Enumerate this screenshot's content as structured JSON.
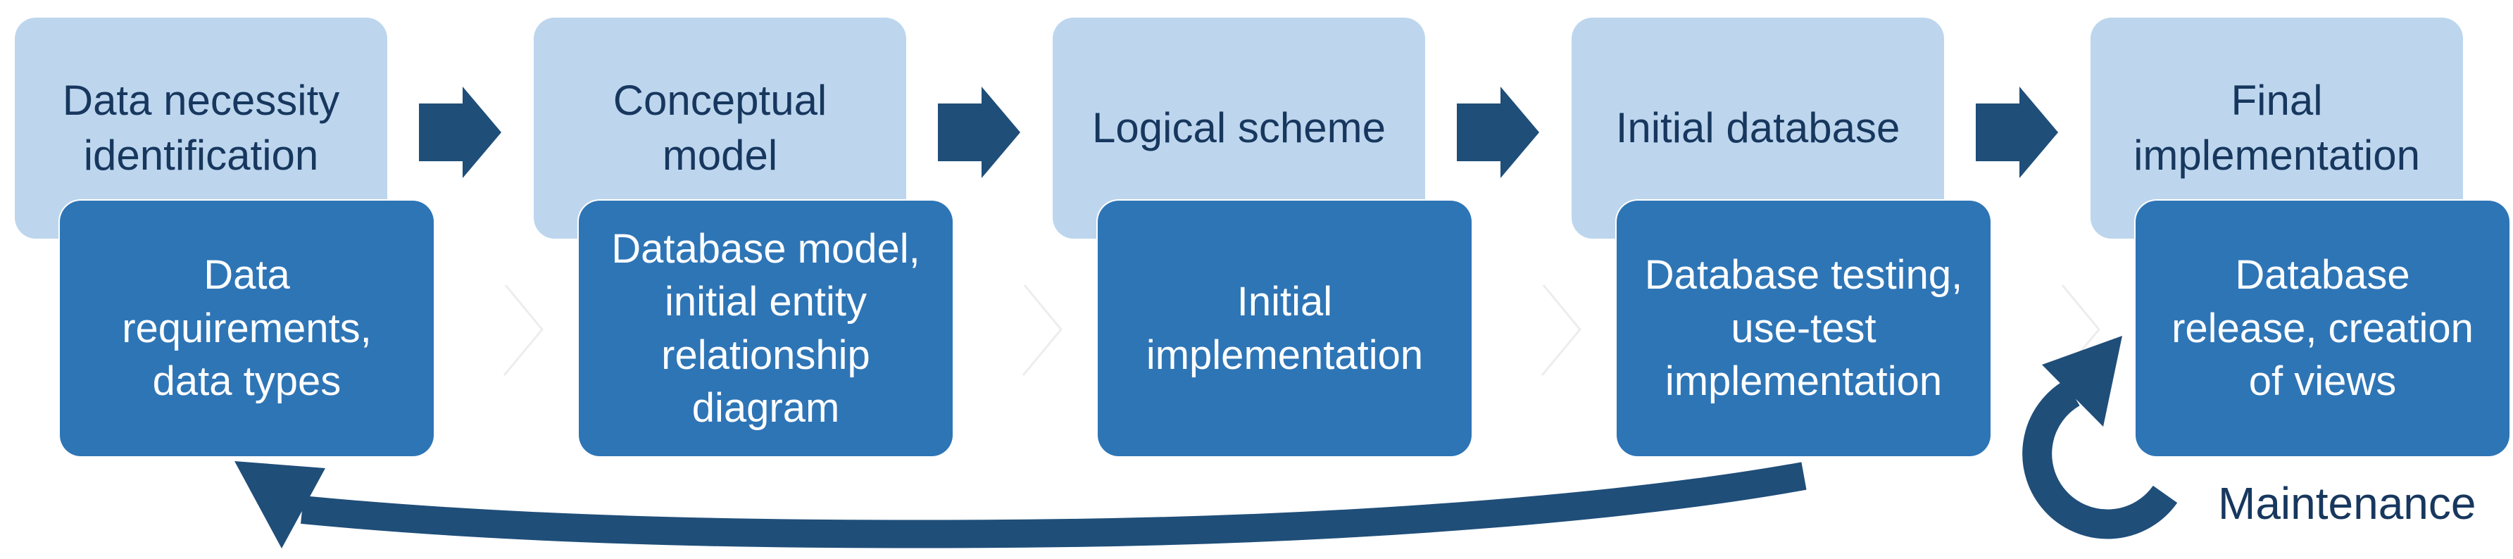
{
  "colors": {
    "light_box": "#BDD6EE",
    "dark_box": "#2E75B6",
    "arrow": "#1F4E79",
    "title_text": "#17375E",
    "body_text": "#FFFFFF",
    "chevron": "#EDEDED"
  },
  "stages": [
    {
      "title": "Data necessity identification",
      "detail": "Data requirements, data types"
    },
    {
      "title": "Conceptual model",
      "detail": "Database model, initial entity relationship diagram"
    },
    {
      "title": "Logical scheme",
      "detail": "Initial implementation"
    },
    {
      "title": "Initial database",
      "detail": "Database testing, use-test implementation"
    },
    {
      "title": "Final implementation",
      "detail": "Database release, creation of views"
    }
  ],
  "loop_label": "Maintenance"
}
